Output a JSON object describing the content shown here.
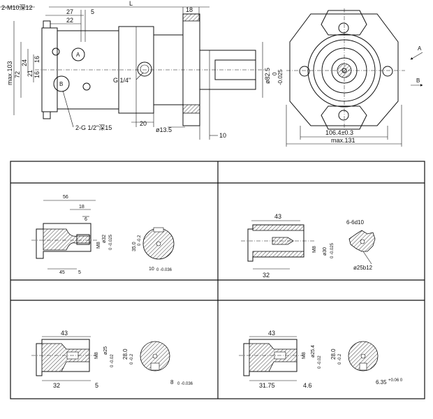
{
  "top_view": {
    "label_thread_m10": "2-M10深12",
    "label_L": "L",
    "label_18": "18",
    "label_27": "27",
    "label_22": "22",
    "label_5": "5",
    "label_max103": "max.103",
    "label_72": "72",
    "label_24": "24",
    "label_21": "21",
    "label_16a": "16",
    "label_16b": "16",
    "port_A": "A",
    "port_B": "B",
    "label_g14": "G 1/4\"",
    "label_d825": "ø82.5",
    "label_d825_tol": "0",
    "label_d825_tol2": "-0.025",
    "label_20": "20",
    "label_d135": "ø13.5",
    "label_10": "10",
    "label_g12": "2-G 1/2\"深15"
  },
  "front_view": {
    "label_1064": "106.4±0.3",
    "label_max131": "max.131",
    "label_A": "A",
    "label_B": "B"
  },
  "shaft_1": {
    "label_56": "56",
    "label_18": "18",
    "label_6": "6",
    "label_45": "45",
    "label_5": "5",
    "label_d32": "ø32",
    "label_d32_tol": "0 -0.025",
    "label_m8": "M8",
    "label_35": "35.0",
    "label_35_tol": "0 -0.2",
    "label_key": "10",
    "label_key_tol": "0 -0.036"
  },
  "shaft_2": {
    "label_43": "43",
    "label_32": "32",
    "label_m8": "M8",
    "label_d30": "ø30",
    "label_d30_tol": "0 -0.025",
    "label_spline": "6-6d10",
    "label_d25": "ø25b12"
  },
  "shaft_3": {
    "label_43": "43",
    "label_32": "32",
    "label_5": "5",
    "label_m8": "M8",
    "label_d25": "ø25",
    "label_d25_tol": "0 -0.02",
    "label_28": "28.0",
    "label_28_tol": "0 -0.2",
    "label_key": "8",
    "label_key_tol": "0 -0.036"
  },
  "shaft_4": {
    "label_43": "43",
    "label_3175": "31.75",
    "label_46": "4.6",
    "label_m8": "M8",
    "label_d254": "ø25.4",
    "label_d254_tol": "0 -0.02",
    "label_28": "28.0",
    "label_28_tol": "0 -0.2",
    "label_key": "6.35",
    "label_key_tol": "+0.06 0"
  }
}
